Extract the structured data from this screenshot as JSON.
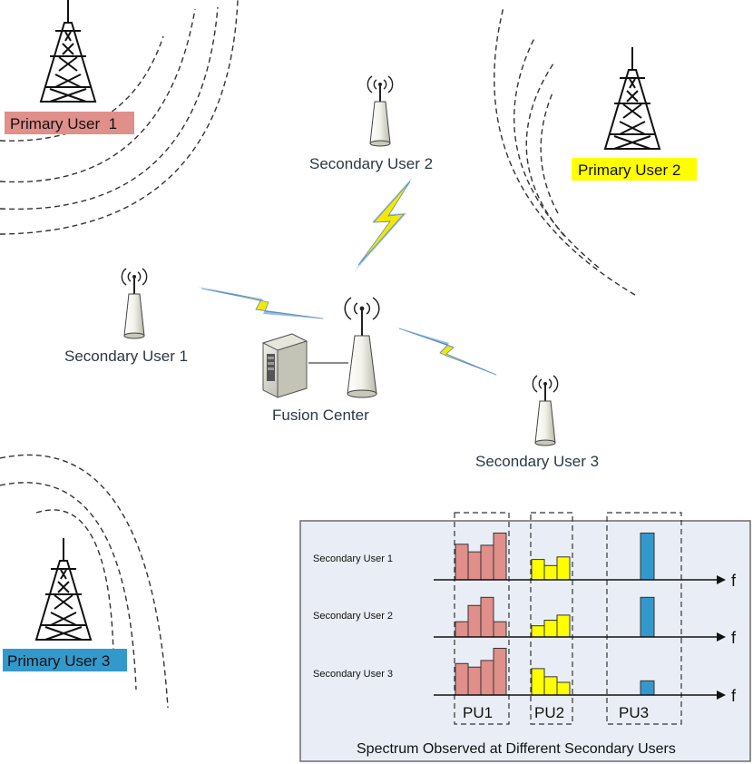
{
  "labels": {
    "pu1": "Primary User  1",
    "pu2": "Primary User 2",
    "pu3": "Primary User 3",
    "su1": "Secondary User 1",
    "su2": "Secondary User 2",
    "su3": "Secondary User 3",
    "fusion": "Fusion Center"
  },
  "colors": {
    "pu1": "#e08f8a",
    "pu2": "#ffff00",
    "pu3": "#3399cc",
    "lightning": "#f5e800",
    "lightning_glow": "#5b8fc4",
    "panel_bg": "#e9eef6"
  },
  "spectrum_panel": {
    "title": "Spectrum Observed at Different Secondary Users",
    "axis_label": "f",
    "rows": [
      {
        "label": "Secondary User 1",
        "pu1": [
          0.7,
          0.55,
          0.68,
          0.92
        ],
        "pu2": [
          0.4,
          0.28,
          0.45
        ],
        "pu3": [
          0.92
        ]
      },
      {
        "label": "Secondary User 2",
        "pu1": [
          0.3,
          0.62,
          0.78,
          0.3
        ],
        "pu2": [
          0.22,
          0.33,
          0.43
        ],
        "pu3": [
          0.78
        ]
      },
      {
        "label": "Secondary User 3",
        "pu1": [
          0.62,
          0.55,
          0.68,
          0.92
        ],
        "pu2": [
          0.52,
          0.36,
          0.25
        ],
        "pu3": [
          0.28
        ]
      }
    ],
    "groups": [
      "PU1",
      "PU2",
      "PU3"
    ]
  }
}
